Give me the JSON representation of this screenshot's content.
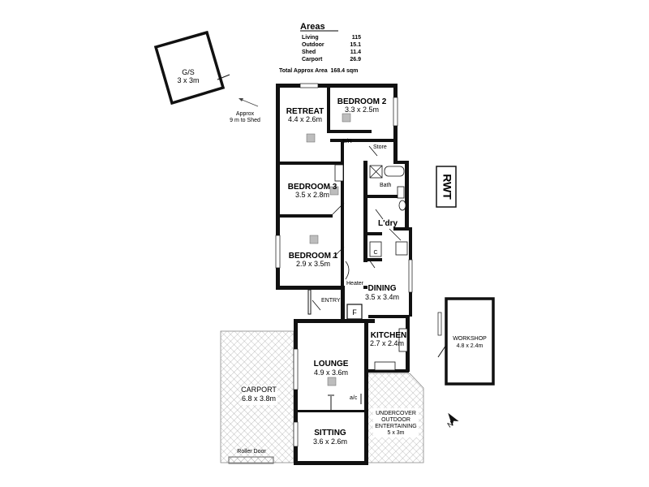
{
  "areas": {
    "title": "Areas",
    "rows": [
      {
        "label": "Living",
        "value": "115"
      },
      {
        "label": "Outdoor",
        "value": "15.1"
      },
      {
        "label": "Shed",
        "value": "11.4"
      },
      {
        "label": "Carport",
        "value": "26.9"
      }
    ],
    "total": "Total Approx Area  168.4 sqm"
  },
  "rooms": {
    "gs": {
      "name": "G/S",
      "size": "3 x 3m"
    },
    "retreat": {
      "name": "RETREAT",
      "size": "4.4 x 2.6m"
    },
    "bedroom2": {
      "name": "BEDROOM 2",
      "size": "3.3 x 2.5m"
    },
    "bedroom3": {
      "name": "BEDROOM 3",
      "size": "3.5 x 2.8m"
    },
    "bedroom1": {
      "name": "BEDROOM 1",
      "size": "2.9 x 3.5m"
    },
    "dining": {
      "name": "DINING",
      "size": "3.5 x 3.4m"
    },
    "kitchen": {
      "name": "KITCHEN",
      "size": "2.7 x 2.4m"
    },
    "lounge": {
      "name": "LOUNGE",
      "size": "4.9 x 3.6m"
    },
    "sitting": {
      "name": "SITTING",
      "size": "3.6 x 2.6m"
    },
    "carport": {
      "name": "CARPORT",
      "size": "6.8 x 3.8m"
    },
    "workshop": {
      "name": "WORKSHOP",
      "size": "4.8 x 2.4m"
    },
    "undercover": {
      "line1": "UNDERCOVER",
      "line2": "OUTDOOR",
      "line3": "ENTERTAINING",
      "size": "5 x 3m"
    }
  },
  "small_labels": {
    "bir": "B/R",
    "store": "Store",
    "bath": "Bath",
    "ldry": "L'dry",
    "cupboard": "C",
    "heater": "Heater",
    "entry": "ENTRY",
    "fridge": "F",
    "ac": "a/c",
    "roller_door": "Roller Door",
    "shed_note_1": "Approx",
    "shed_note_2": "9 m to Shed",
    "rwt": "RWT",
    "north": "N"
  }
}
